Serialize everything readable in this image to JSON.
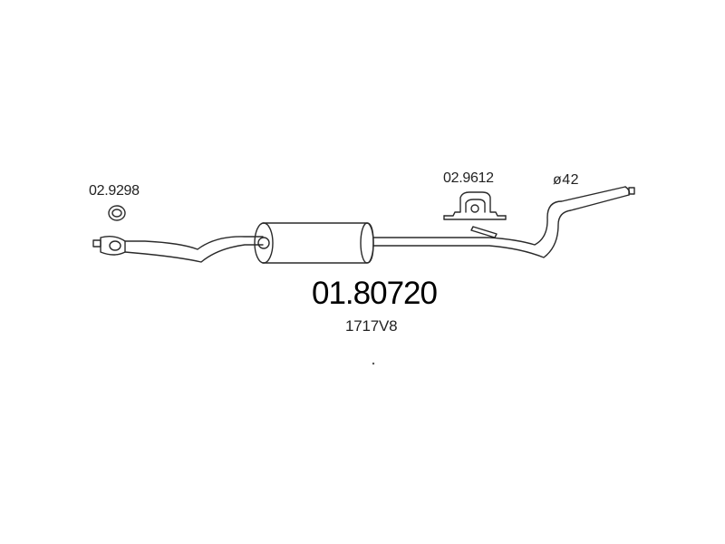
{
  "diagram": {
    "part_number": "01.80720",
    "reference_code": "1717V8",
    "components": [
      {
        "label": "02.9298"
      },
      {
        "label": "02.9612"
      }
    ],
    "pipe_diameter": "ø42"
  },
  "colors": {
    "line": "#2a2a2a",
    "background": "#ffffff",
    "text": "#222222"
  }
}
